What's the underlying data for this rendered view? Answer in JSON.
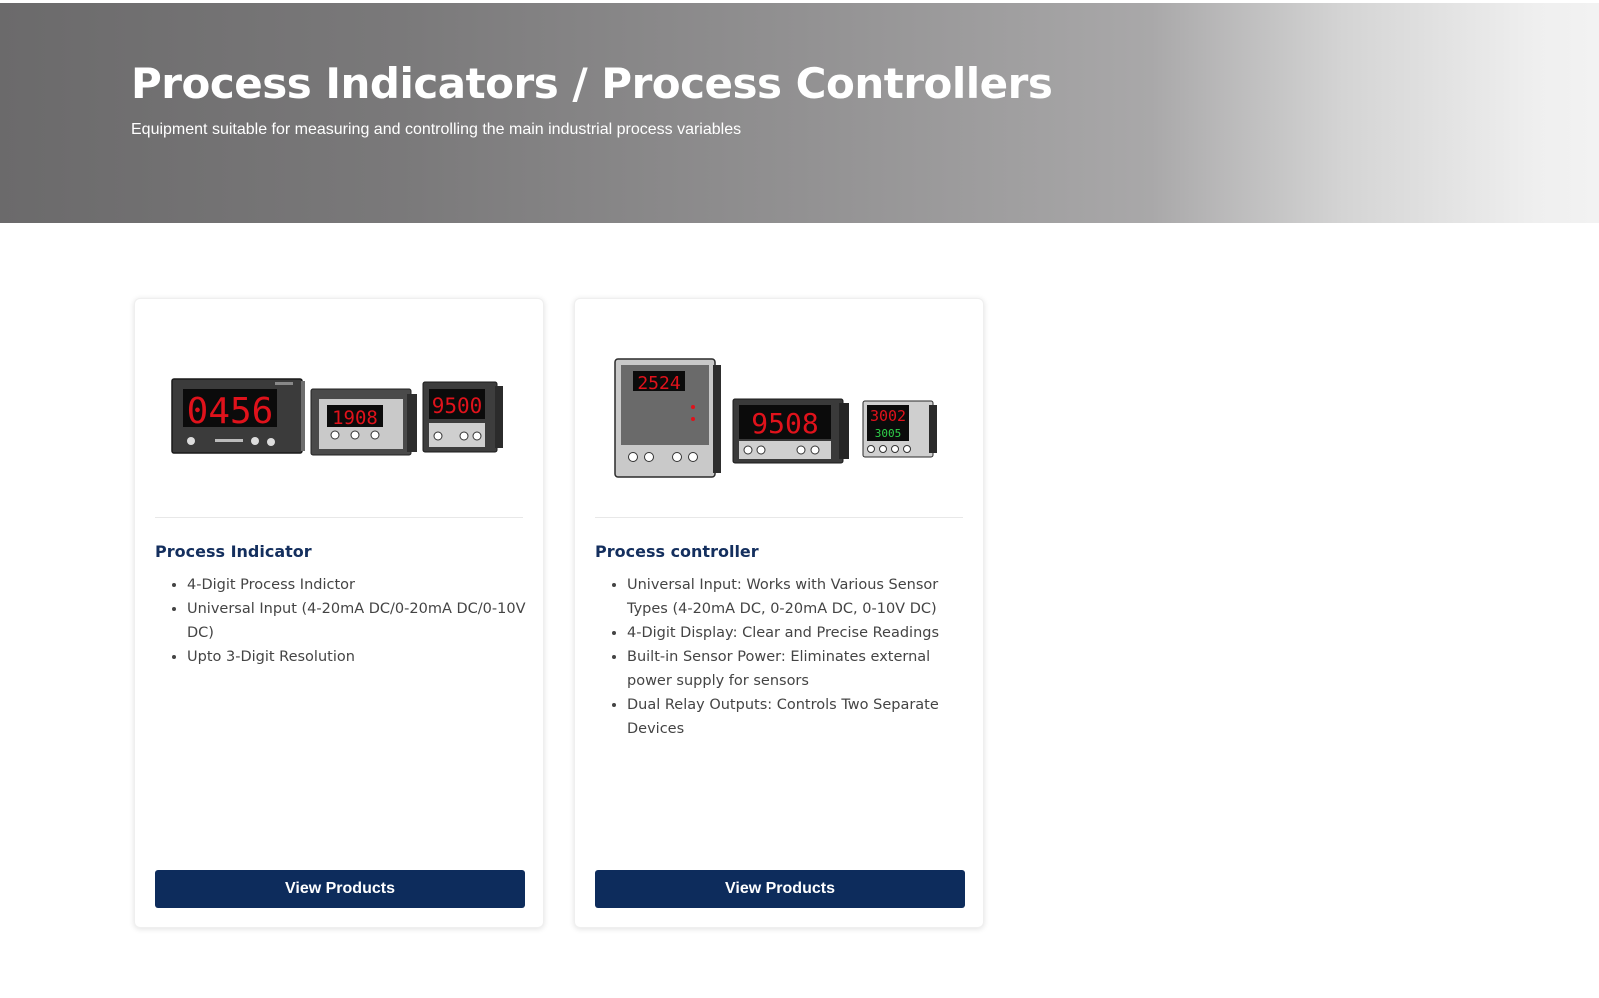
{
  "hero": {
    "title": "Process Indicators / Process Controllers",
    "subtitle": "Equipment suitable for measuring and controlling the main industrial process variables"
  },
  "cards": [
    {
      "title": "Process Indicator",
      "image_readouts": [
        "0456",
        "1908",
        "9500"
      ],
      "features": [
        "4-Digit Process Indictor",
        "Universal Input (4-20mA DC/0-20mA DC/0-10V DC)",
        "Upto 3-Digit Resolution"
      ],
      "button_label": "View Products"
    },
    {
      "title": "Process controller",
      "image_readouts": [
        "2524",
        "9508",
        "3002",
        "3005"
      ],
      "features": [
        "Universal Input: Works with Various Sensor Types (4-20mA DC, 0-20mA DC, 0-10V DC)",
        "4-Digit Display: Clear and Precise Readings",
        "Built-in Sensor Power: Eliminates external power supply for sensors",
        "Dual Relay Outputs: Controls Two Separate Devices"
      ],
      "button_label": "View Products"
    }
  ],
  "colors": {
    "accent": "#0d2c5c",
    "title_text": "#142f5e",
    "led_red": "#e0121b",
    "led_green": "#2fd14a"
  }
}
